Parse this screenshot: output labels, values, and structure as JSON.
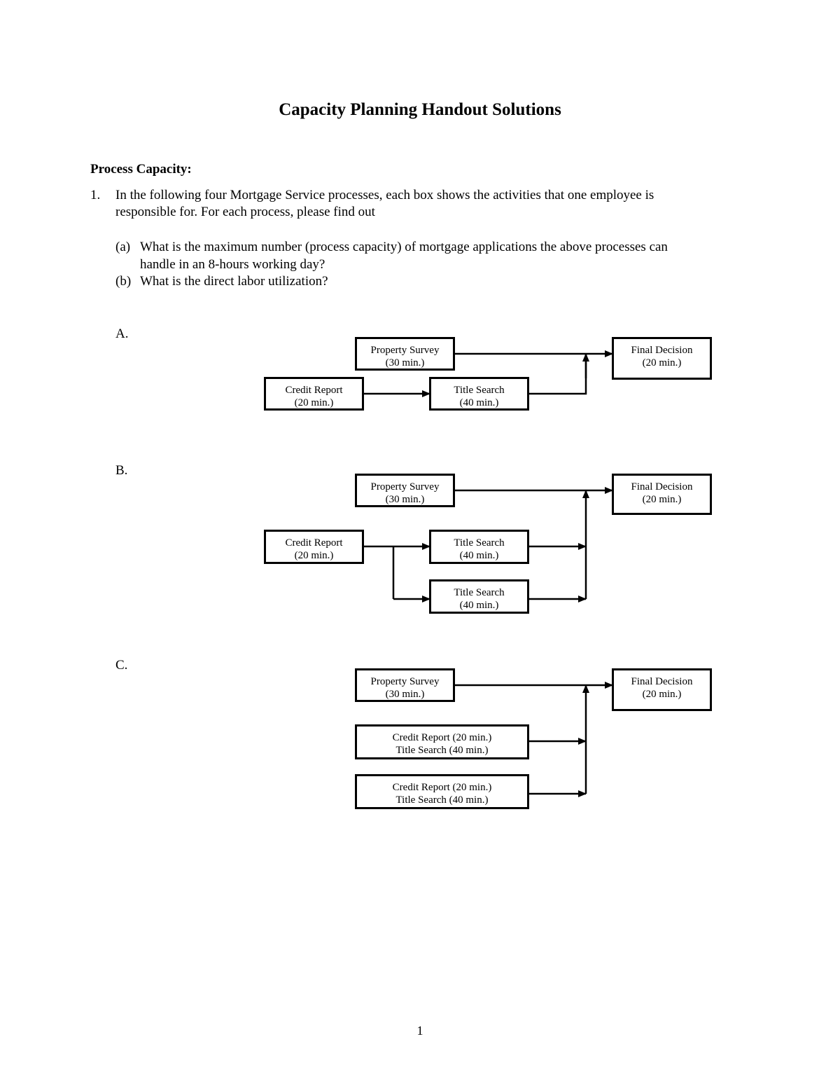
{
  "document": {
    "title": "Capacity Planning Handout Solutions",
    "section_heading": "Process Capacity:",
    "question": {
      "number": "1.",
      "line1": "In the following four Mortgage Service processes, each box shows the activities that one employee is",
      "line2": "responsible for. For each process, please find out"
    },
    "subquestions": [
      {
        "marker": "(a)",
        "line1": "What is the maximum number (process capacity) of mortgage applications the above processes can",
        "line2": "handle in an 8-hours working day?"
      },
      {
        "marker": "(b)",
        "line1": "What is the direct labor utilization?",
        "line2": ""
      }
    ],
    "page_number": "1"
  },
  "diagrams": [
    {
      "label": "A.",
      "boxes": [
        {
          "name": "property-survey",
          "line1": "Property Survey",
          "line2": "(30 min.)"
        },
        {
          "name": "credit-report",
          "line1": "Credit Report",
          "line2": "(20 min.)"
        },
        {
          "name": "title-search",
          "line1": "Title Search",
          "line2": "(40 min.)"
        },
        {
          "name": "final-decision",
          "line1": "Final Decision",
          "line2": "(20 min.)"
        }
      ]
    },
    {
      "label": "B.",
      "boxes": [
        {
          "name": "property-survey",
          "line1": "Property Survey",
          "line2": "(30 min.)"
        },
        {
          "name": "credit-report",
          "line1": "Credit Report",
          "line2": "(20 min.)"
        },
        {
          "name": "title-search-1",
          "line1": "Title Search",
          "line2": "(40 min.)"
        },
        {
          "name": "title-search-2",
          "line1": "Title Search",
          "line2": "(40 min.)"
        },
        {
          "name": "final-decision",
          "line1": "Final Decision",
          "line2": "(20 min.)"
        }
      ]
    },
    {
      "label": "C.",
      "boxes": [
        {
          "name": "property-survey",
          "line1": "Property Survey",
          "line2": "(30 min.)"
        },
        {
          "name": "credit-title-1",
          "line1": "Credit Report (20 min.)",
          "line2": "Title Search (40 min.)"
        },
        {
          "name": "credit-title-2",
          "line1": "Credit Report (20 min.)",
          "line2": "Title Search (40 min.)"
        },
        {
          "name": "final-decision",
          "line1": "Final Decision",
          "line2": "(20 min.)"
        }
      ]
    }
  ]
}
